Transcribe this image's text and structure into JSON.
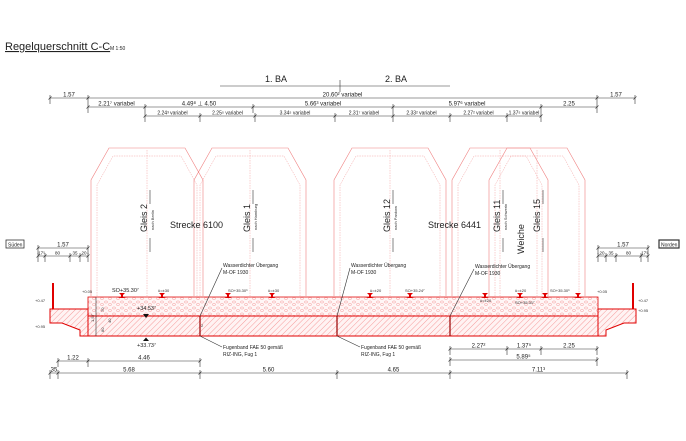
{
  "title": "Regelquerschnitt C-C",
  "scale": "M 1:50",
  "construction_phases": [
    "1. BA",
    "2. BA"
  ],
  "directions": {
    "south": "Süden",
    "north": "Norden"
  },
  "lines": {
    "left": "Strecke 6100",
    "right": "Strecke 6441"
  },
  "tracks": [
    {
      "name": "Gleis 2",
      "direction": "nach Berlin"
    },
    {
      "name": "Gleis 1",
      "direction": "nach Hamburg"
    },
    {
      "name": "Gleis 12",
      "direction": "nach Pankow"
    },
    {
      "name": "Gleis 11",
      "direction": "nach Schwerin"
    },
    {
      "name": "Gleis 15",
      "direction": ""
    }
  ],
  "switch_label": "Weiche",
  "top_dimensions": {
    "row1": [
      "1.57",
      "20.60² variabel",
      "1.57"
    ],
    "row2": [
      "2.21⁷ variabel",
      "4.49⁸ ⊥ 4.50",
      "5.66³ variabel",
      "5.97⁶ variabel",
      "2.25"
    ],
    "row3": [
      "2.24³ variabel",
      "2.25⁵ variabel",
      "3.34⁵ variabel",
      "2.31⁷ variabel",
      "2.33² variabel",
      "2.27² variabel",
      "1.37⁵ variabel"
    ]
  },
  "edge_dimensions": {
    "left": {
      "total": "1.57",
      "parts": [
        "17⁵",
        "80",
        "35",
        "20"
      ]
    },
    "right": {
      "total": "1.57",
      "parts": [
        "20",
        "35",
        "80",
        "17⁵"
      ]
    }
  },
  "annotations": {
    "joint_seal": [
      "Wasserdichter Übergang",
      "M-OF 1930"
    ],
    "joint_band": [
      "Fugenband FAE 50 gemäß",
      "RIZ-ING, Fug 1"
    ]
  },
  "levels": {
    "top_of_rail_left": "SO+35.30⁷",
    "top_of_slab_left": "+34.53⁷",
    "bottom_of_slab": "+33.73⁷",
    "so_2": "SO+35.30⁶",
    "so_3": "SO+35.24⁷",
    "so_4": "SO+35.30⁶",
    "so_5": "SO+35.31⁷",
    "cant_1": "ü=±30",
    "cant_2": "ü=±30",
    "cant_3": "ü=±20",
    "cant_4": "ü=±20",
    "cant_5": "ü=±20",
    "edge_left": [
      "+0.05",
      "+0.47",
      "+0.95"
    ],
    "edge_right": [
      "+0.05",
      "+0.47",
      "+0.95"
    ]
  },
  "section_dimensions": {
    "ballast": "70",
    "slab": "80",
    "slab_total": "1.57",
    "gap": "40",
    "joint": "2"
  },
  "bottom_dimensions": {
    "row1_left": [
      "1.22",
      "4.46"
    ],
    "row1_right": [
      "2.27²",
      "1.37⁵",
      "2.25"
    ],
    "row2_right": [
      "5.89⁵"
    ],
    "row3": [
      "35",
      "5.68",
      "5.60",
      "4.65",
      "7.11³"
    ]
  },
  "colors": {
    "structure": "#e00000",
    "clearance_profile": "#f08080",
    "dimension": "#333333"
  }
}
